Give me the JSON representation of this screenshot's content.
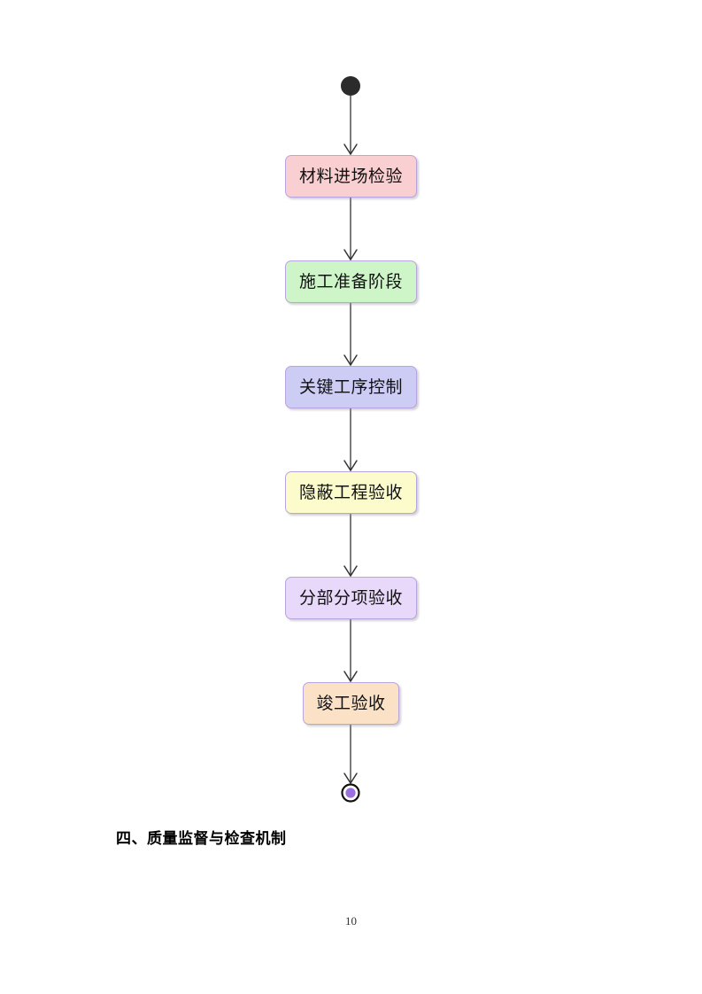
{
  "document": {
    "heading": "四、质量监督与检查机制",
    "page_number": "10"
  },
  "flowchart": {
    "type": "activity-flow",
    "orientation": "vertical",
    "start_node": {
      "name": "start",
      "shape": "filled-circle",
      "color": "#2b2b2b"
    },
    "end_node": {
      "name": "end",
      "shape": "ring-with-filled-circle",
      "ring_color": "#111111",
      "fill_color": "#9b6fe0"
    },
    "edge_color": "#333333",
    "arrowhead_style": "open-v",
    "node_border_color": "#b9a5dd",
    "nodes": [
      {
        "id": "n1",
        "label": "材料进场检验",
        "fill": "#f9cfd2"
      },
      {
        "id": "n2",
        "label": "施工准备阶段",
        "fill": "#cdf5c8"
      },
      {
        "id": "n3",
        "label": "关键工序控制",
        "fill": "#ccccf5"
      },
      {
        "id": "n4",
        "label": "隐蔽工程验收",
        "fill": "#fbfbcc"
      },
      {
        "id": "n5",
        "label": "分部分项验收",
        "fill": "#e8d8fa"
      },
      {
        "id": "n6",
        "label": "竣工验收",
        "fill": "#fbe2c6"
      }
    ],
    "edges": [
      {
        "from": "start",
        "to": "n1"
      },
      {
        "from": "n1",
        "to": "n2"
      },
      {
        "from": "n2",
        "to": "n3"
      },
      {
        "from": "n3",
        "to": "n4"
      },
      {
        "from": "n4",
        "to": "n5"
      },
      {
        "from": "n5",
        "to": "n6"
      },
      {
        "from": "n6",
        "to": "end"
      }
    ]
  }
}
